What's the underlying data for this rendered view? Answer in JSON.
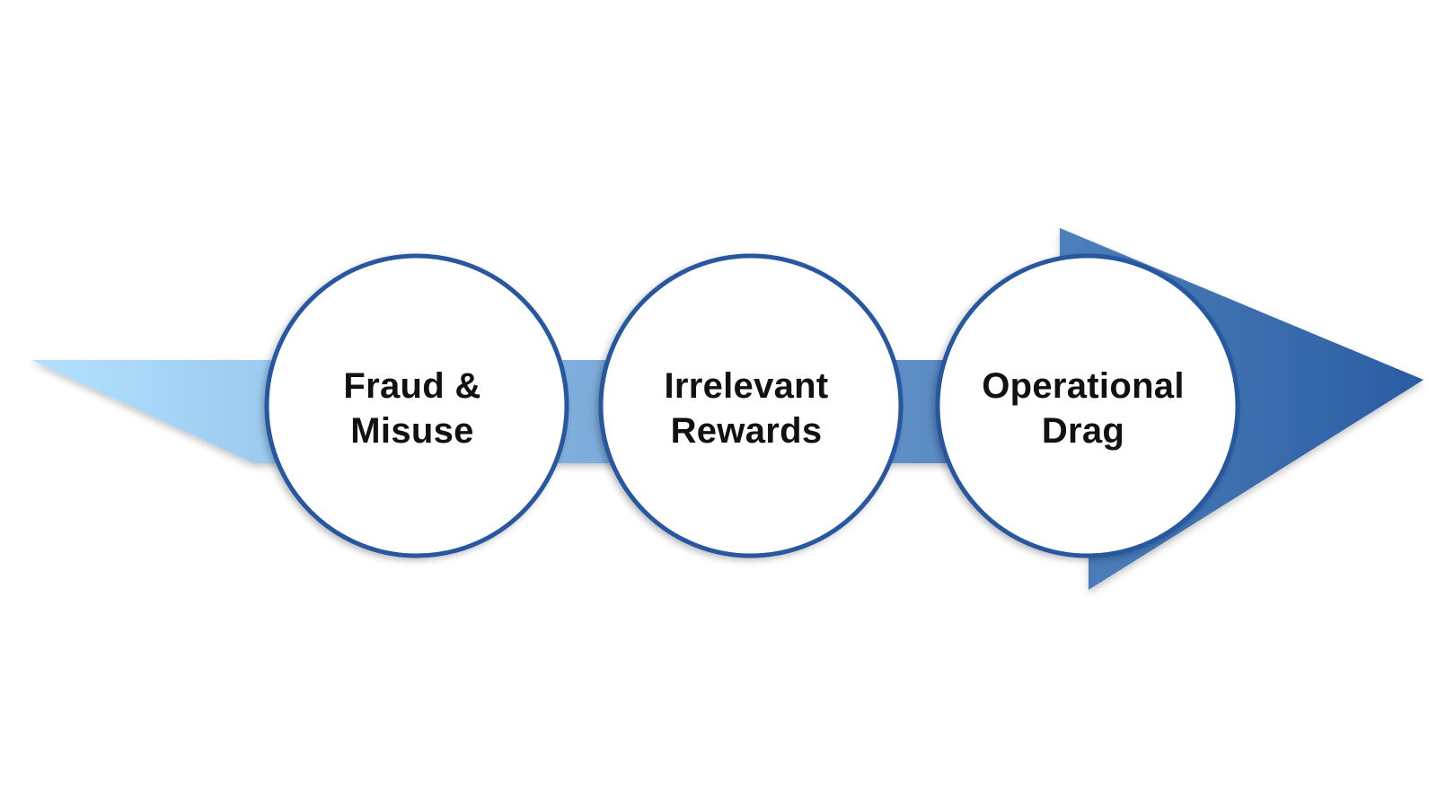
{
  "diagram": {
    "type": "process-arrow",
    "steps": [
      {
        "line1": "Fraud &",
        "line2": "Misuse"
      },
      {
        "line1": "Irrelevant",
        "line2": "Rewards"
      },
      {
        "line1": "Operational",
        "line2": "Drag"
      }
    ],
    "colors": {
      "arrow_start": "#b3e1ff",
      "arrow_end": "#2a5da3",
      "circle_ring": "#2757a0",
      "circle_fill": "#ffffff",
      "text": "#111111"
    }
  }
}
